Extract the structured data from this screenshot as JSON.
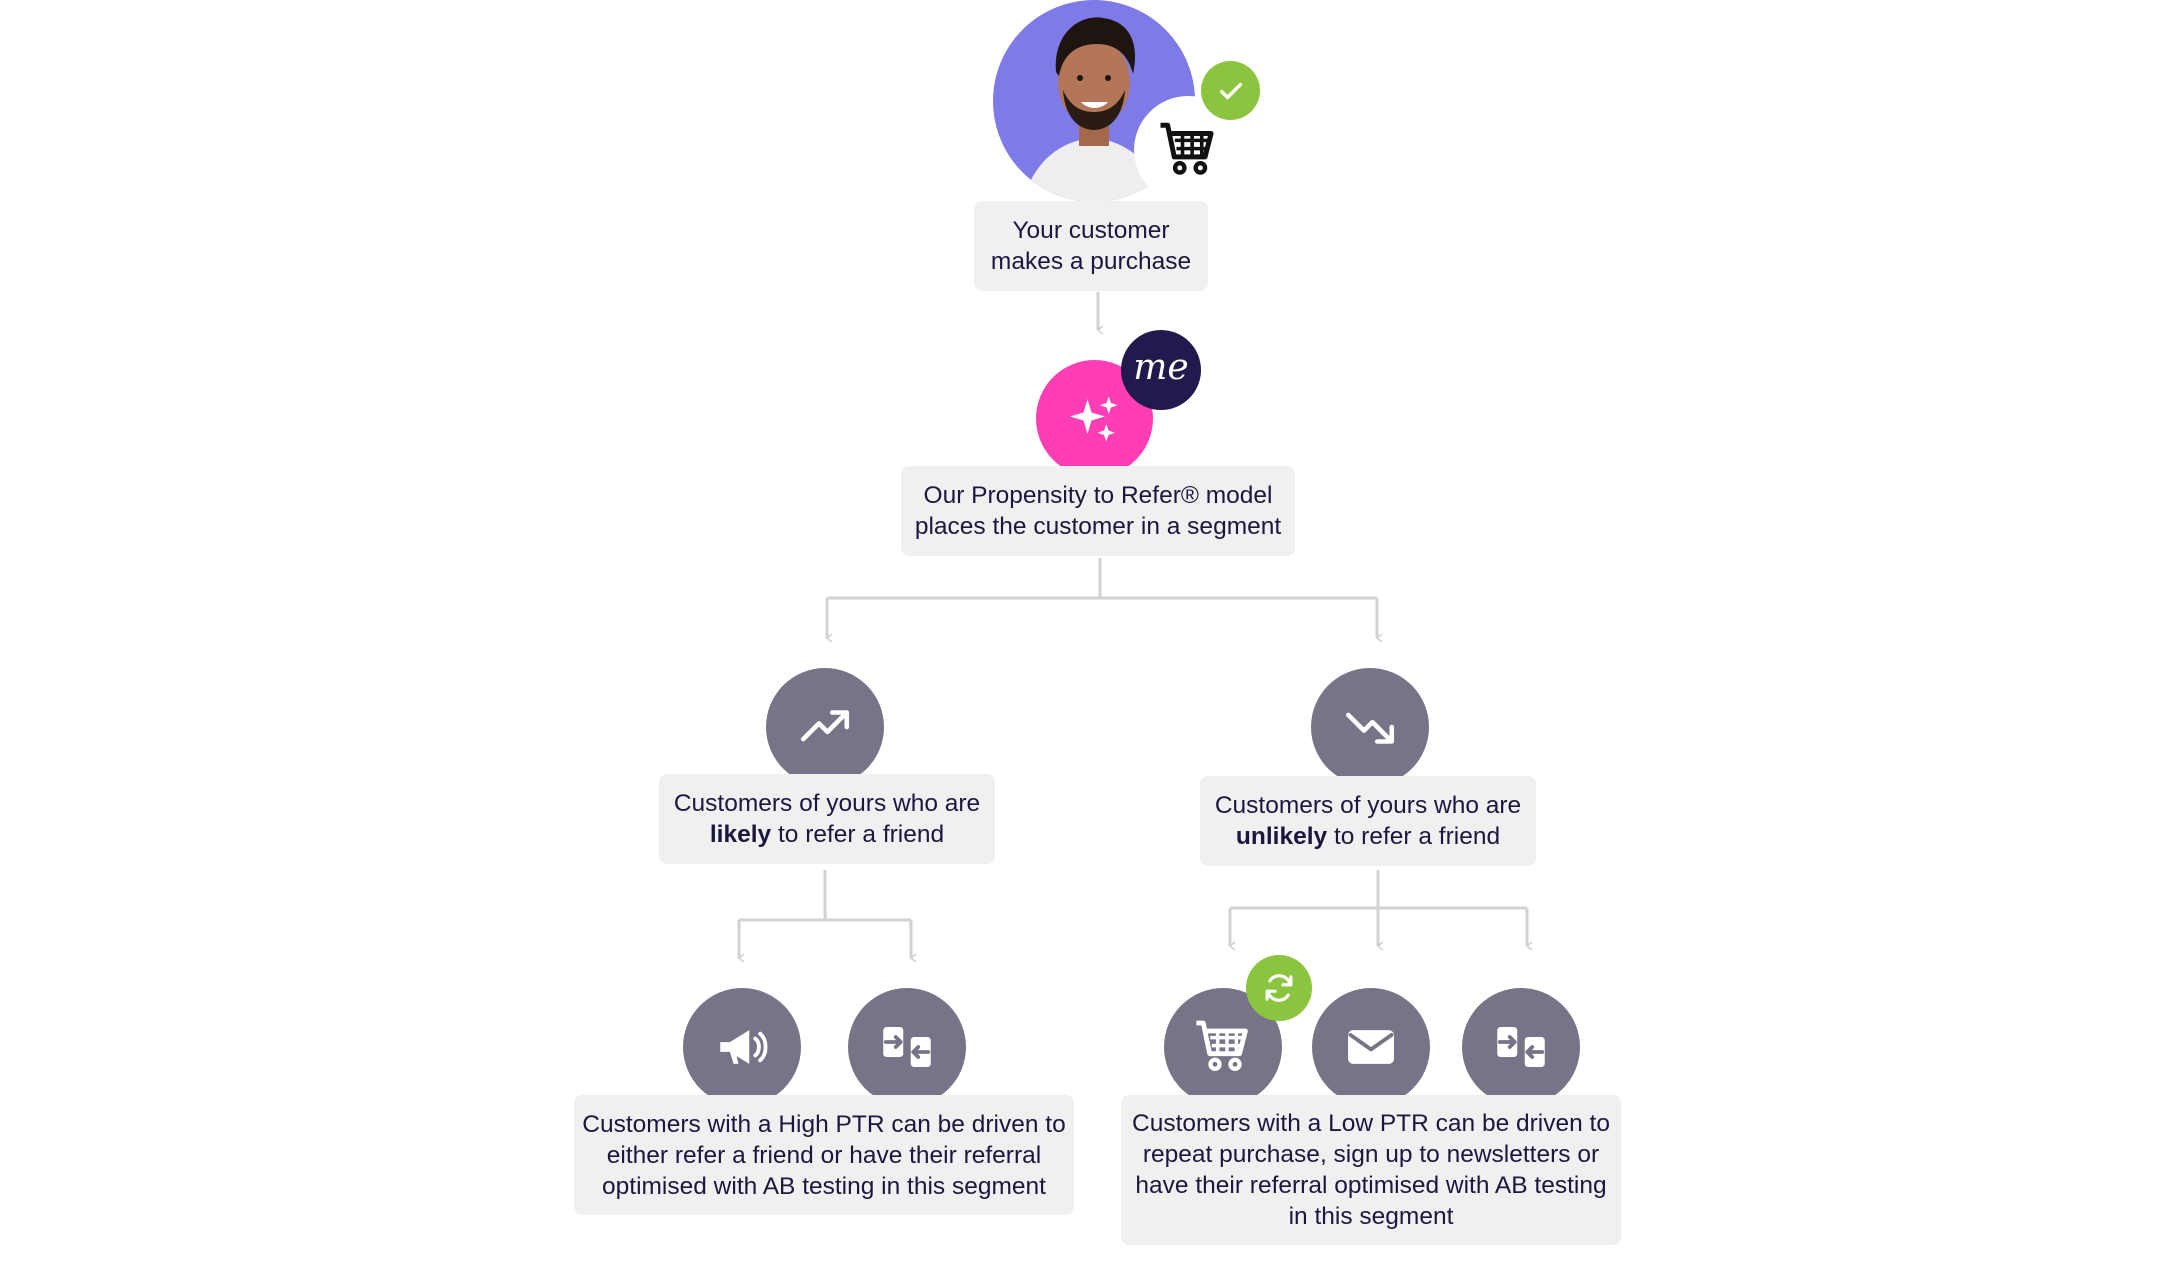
{
  "nodes": {
    "customer": {
      "line1": "Your customer",
      "line2": "makes a purchase"
    },
    "model": {
      "line1": "Our Propensity to Refer® model",
      "line2": "places the customer in a segment",
      "badge_text": "me"
    },
    "likely": {
      "line1": "Customers of yours who are",
      "bold": "likely",
      "rest": " to refer a friend"
    },
    "unlikely": {
      "line1": "Customers of yours who are",
      "bold": "unlikely",
      "rest": " to refer a friend"
    },
    "high_ptr": {
      "lines": [
        "Customers with a High PTR can be driven to",
        "either refer a friend or have their referral",
        "optimised with AB testing in this segment"
      ]
    },
    "low_ptr": {
      "lines": [
        "Customers with a Low PTR can be driven to",
        "repeat purchase, sign up to newsletters or",
        "have their referral optimised with AB testing",
        "in this segment"
      ]
    }
  },
  "icons": {
    "top": [
      "customer-photo",
      "cart-icon",
      "check-icon"
    ],
    "model": [
      "sparkle-icon",
      "me-logo"
    ],
    "segments": [
      "trending-up-icon",
      "trending-down-icon"
    ],
    "high_actions": [
      "megaphone-icon",
      "ab-test-icon"
    ],
    "low_actions": [
      "cart-icon",
      "refresh-icon",
      "mail-icon",
      "ab-test-icon"
    ]
  },
  "colors": {
    "box_bg": "#f0f0f1",
    "icon_circle": "#787387",
    "accent_pink": "#ff3db4",
    "accent_green": "#8bc53f",
    "me_badge": "#221a4c",
    "avatar_bg": "#7e7be8",
    "connector": "#d2d2d6",
    "text": "#1b1840"
  }
}
